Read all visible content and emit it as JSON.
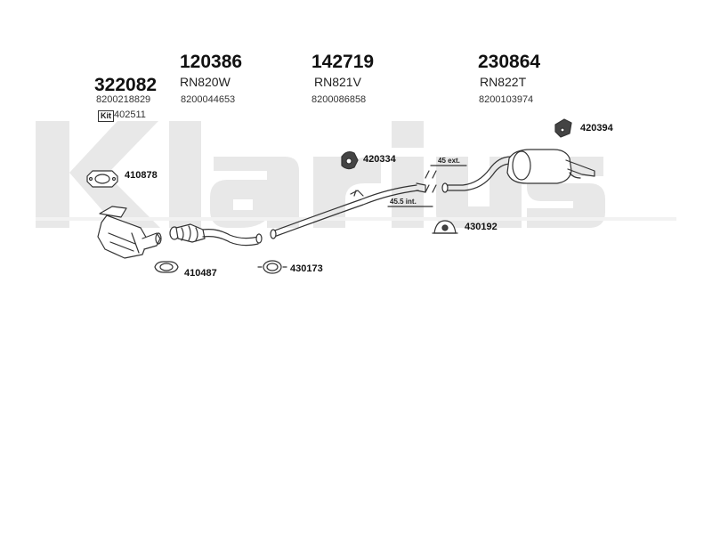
{
  "watermark": {
    "brand": "klarius"
  },
  "columns": [
    {
      "code": "322082",
      "ref": "",
      "oe": "8200218829"
    },
    {
      "code": "120386",
      "ref": "RN820W",
      "oe": "8200044653"
    },
    {
      "code": "142719",
      "ref": "RN821V",
      "oe": "8200086858"
    },
    {
      "code": "230864",
      "ref": "RN822T",
      "oe": "8200103974"
    }
  ],
  "kit": {
    "label": "Kit",
    "code": "402511"
  },
  "parts": {
    "p420394": "420394",
    "p410878": "410878",
    "p420334": "420334",
    "p430192": "430192",
    "p410487": "410487",
    "p430173": "430173"
  },
  "dimensions": {
    "ext": "45 ext.",
    "int": "45.5 int."
  },
  "colors": {
    "line": "#333333",
    "watermark": "#e6e6e6"
  }
}
